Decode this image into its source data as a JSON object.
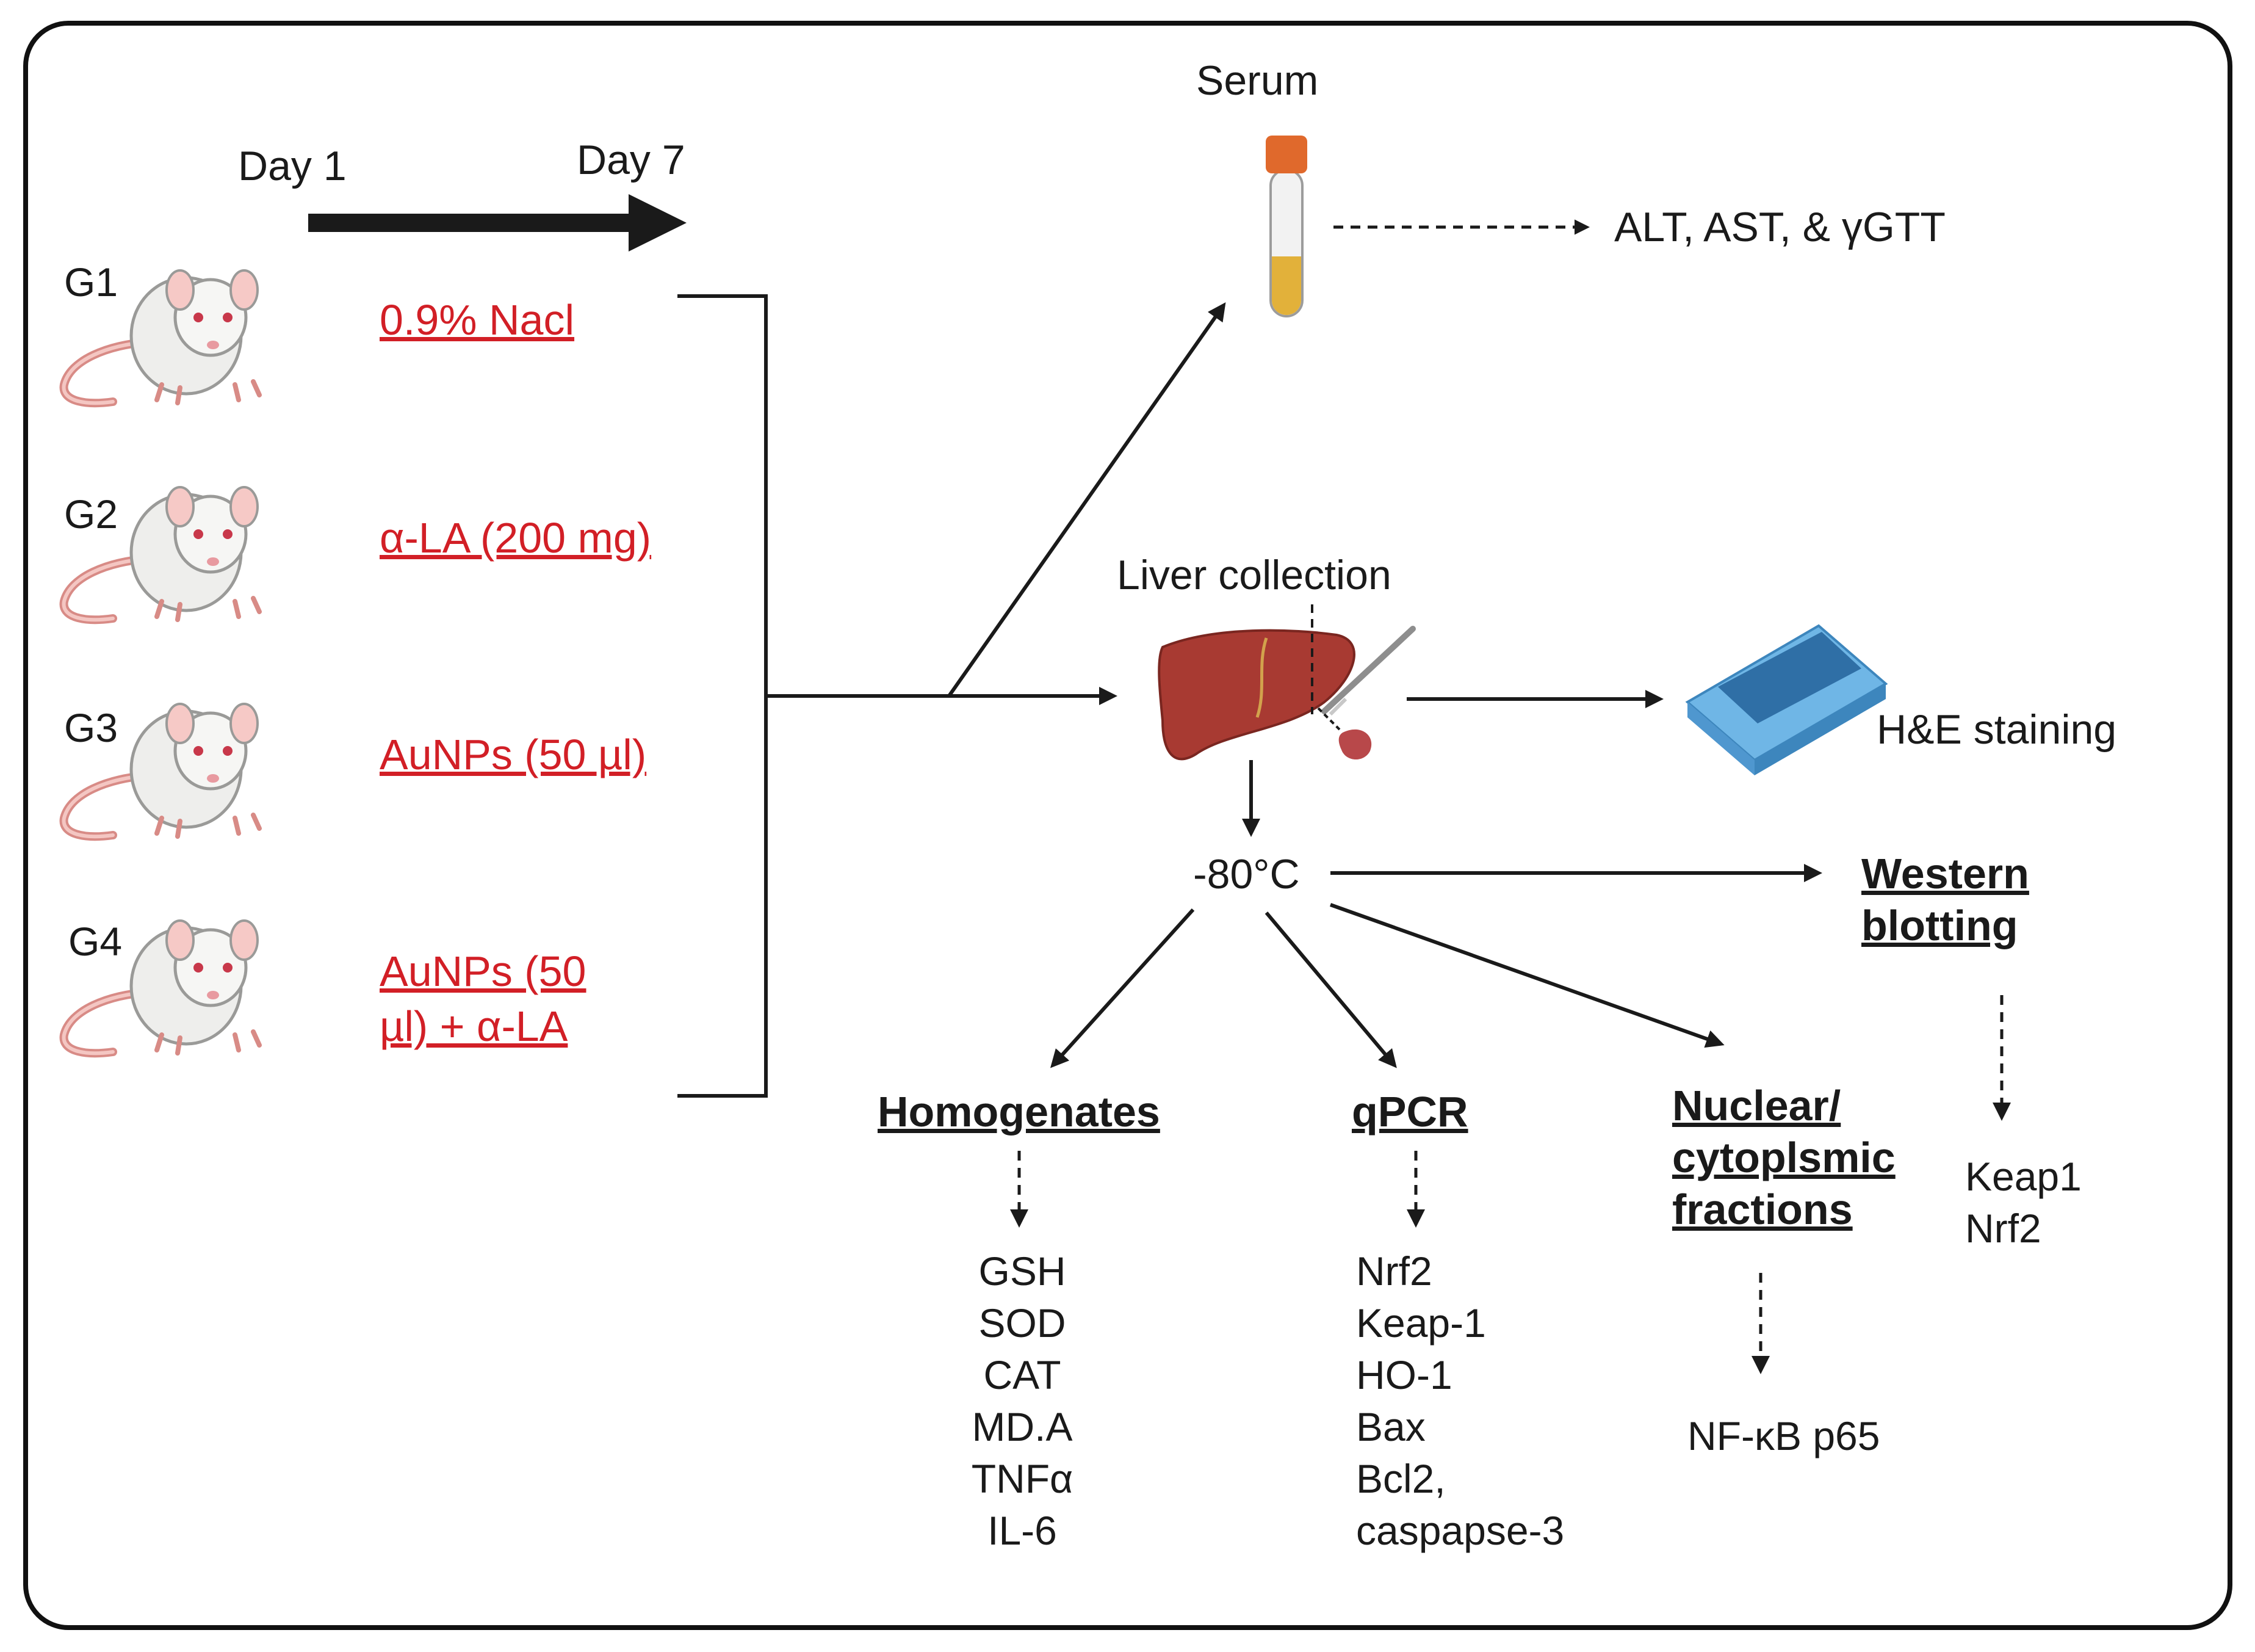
{
  "timeline": {
    "start": "Day 1",
    "end": "Day 7"
  },
  "groups": [
    {
      "id": "G1",
      "treatment": [
        "0.9% Nacl"
      ]
    },
    {
      "id": "G2",
      "treatment": [
        "α-LA (200 mg)"
      ]
    },
    {
      "id": "G3",
      "treatment": [
        "AuNPs (50 µl)"
      ]
    },
    {
      "id": "G4",
      "treatment": [
        "AuNPs (50",
        "µl) + α-LA"
      ]
    }
  ],
  "serum": {
    "label": "Serum",
    "tests": "ALT, AST, & γGTT"
  },
  "liver": {
    "label": "Liver collection",
    "histology": "H&E staining"
  },
  "storage": {
    "label": "-80°C"
  },
  "analyses": {
    "western": {
      "heading": [
        "Western",
        "blotting"
      ],
      "items": [
        "Keap1",
        "Nrf2"
      ]
    },
    "homogenates": {
      "heading": [
        "Homogenates"
      ],
      "items": [
        "GSH",
        "SOD",
        "CAT",
        "MD.A",
        "TNFα",
        "IL-6"
      ]
    },
    "qpcr": {
      "heading": [
        "qPCR"
      ],
      "items": [
        "Nrf2",
        "Keap-1",
        "HO-1",
        "Bax",
        "Bcl2,",
        "caspapse-3"
      ]
    },
    "nuclear": {
      "heading": [
        "Nuclear/",
        "cytoplsmic",
        "fractions"
      ],
      "items": [
        "NF-κB p65"
      ]
    }
  },
  "colors": {
    "treatment_text": "#d21f26",
    "liver": "#a83a32",
    "tube_cap": "#e0692c",
    "serum_fluid": "#e2b13a",
    "slide": "#6fb6e6"
  }
}
